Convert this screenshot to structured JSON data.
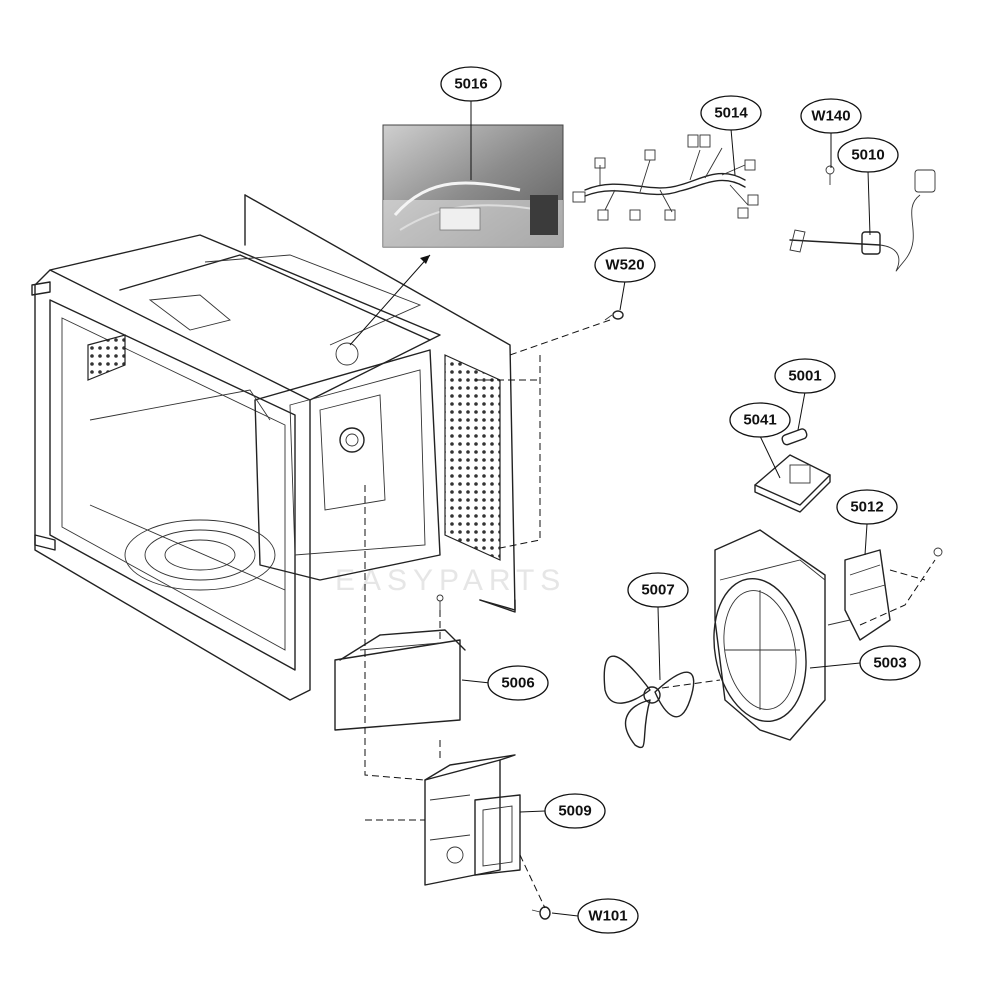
{
  "labels": {
    "p5016": "5016",
    "p5014": "5014",
    "pW140": "W140",
    "p5010": "5010",
    "pW520": "W520",
    "p5001": "5001",
    "p5041": "5041",
    "p5012": "5012",
    "p5007": "5007",
    "p5003": "5003",
    "p5006": "5006",
    "p5009": "5009",
    "pW101": "W101"
  },
  "watermark": "EASYPARTS"
}
